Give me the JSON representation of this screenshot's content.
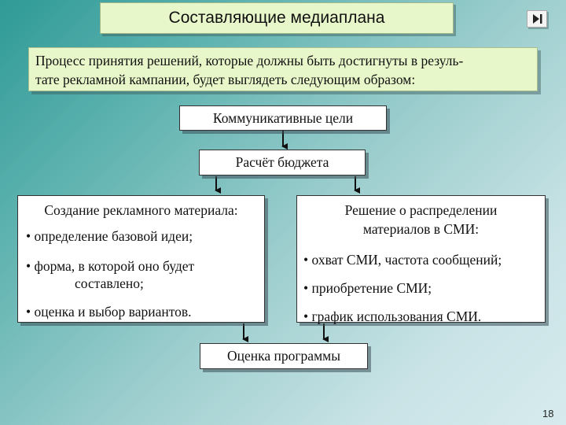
{
  "slide": {
    "title": "Составляющие медиаплана",
    "intro_line1": "Процесс принятия решений, которые должны быть достигнуты в резуль-",
    "intro_line2": "тате рекламной кампании, будет выглядеть следующим образом:",
    "page_number": "18",
    "nav_icon": "skip-forward-icon"
  },
  "diagram": {
    "step1": "Коммуникативные цели",
    "step2": "Расчёт бюджета",
    "left": {
      "title": "Создание рекламного материала:",
      "bullets": [
        "• определение базовой идеи;",
        "• форма, в которой оно будет",
        "составлено;",
        "• оценка и выбор вариантов."
      ]
    },
    "right": {
      "title_line1": "Решение о распределении",
      "title_line2": "материалов в СМИ:",
      "bullets": [
        "• охват СМИ, частота сообщений;",
        "• приобретение СМИ;",
        "• график использования СМИ."
      ]
    },
    "final": "Оценка программы"
  }
}
